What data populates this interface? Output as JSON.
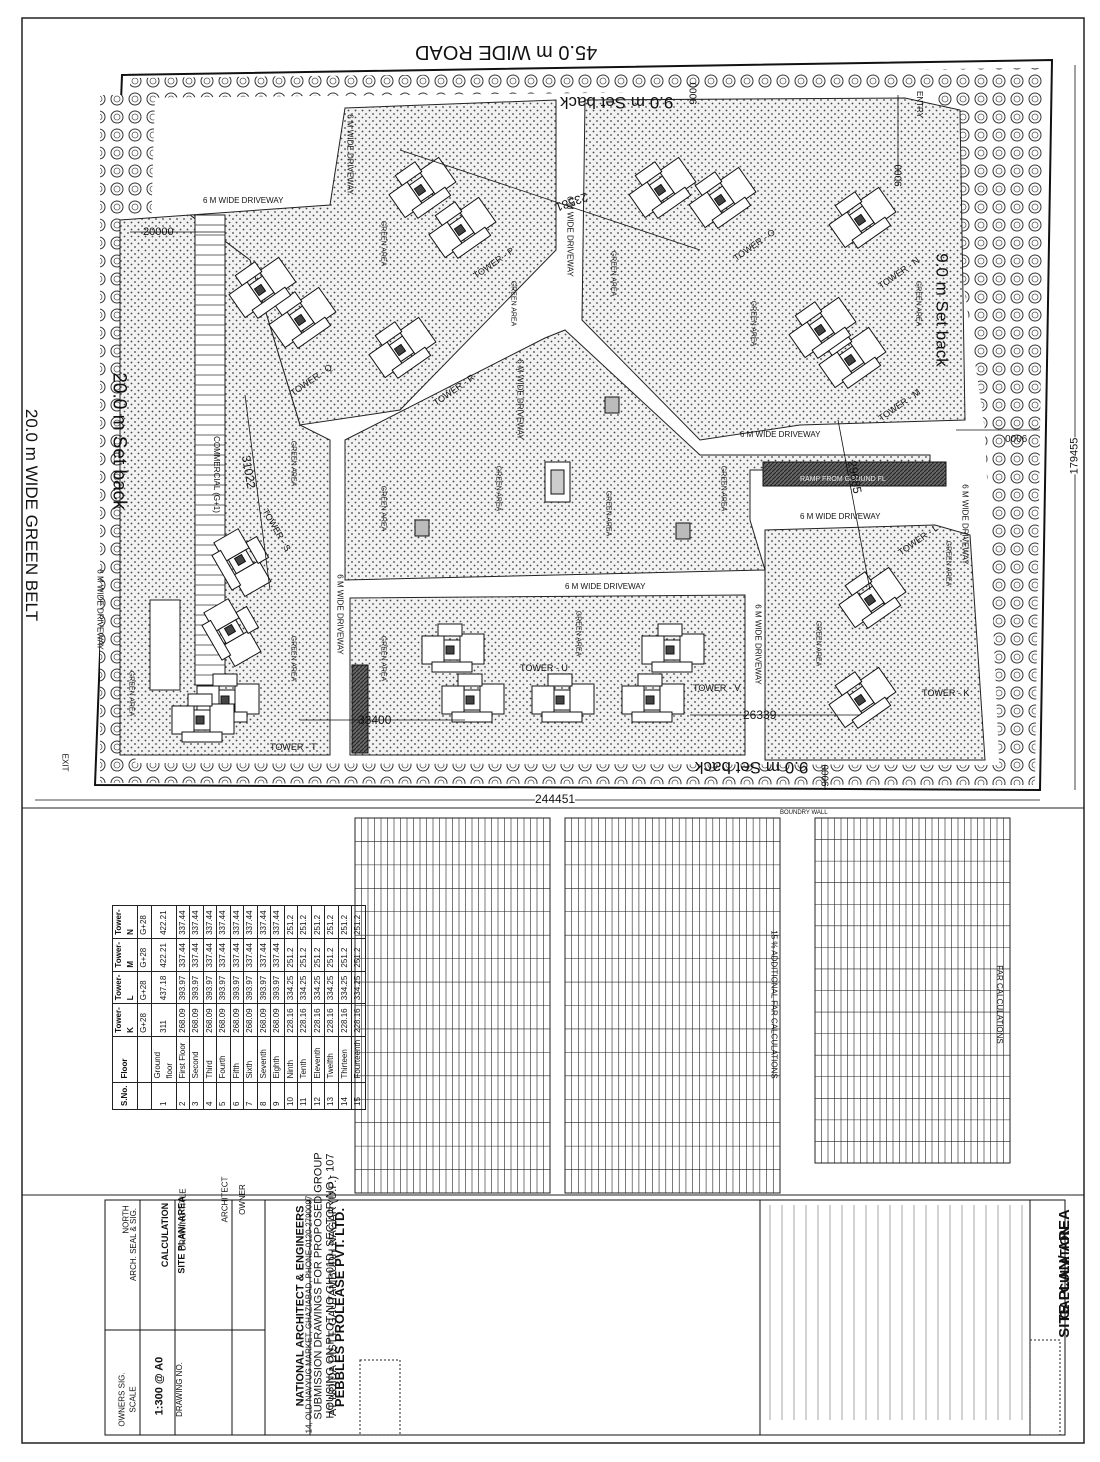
{
  "roads": {
    "top_road": "45.0 m WIDE ROAD",
    "left_belt": "20.0 m WIDE GREEN BELT",
    "left_setback": "20.0 m Set back",
    "top_setback": "9.0 m Set back",
    "right_setback": "9.0 m Set back",
    "bottom_setback": "9.0 m Set back"
  },
  "driveways": {
    "d1": "6 M WIDE DRIVEWAY",
    "d2": "6 M WIDE DRIVEWAY",
    "d3": "6 M WIDE DRIVEWAY",
    "d4": "6 M WIDE DRIVEWAY",
    "d5": "6 M WIDE DRIVEWAY",
    "d6": "6 M WIDE DRIVEWAY",
    "d7": "6 M WIDE DRIVEWAY",
    "d8": "6 M WIDE DRIVEWAY",
    "d9": "6 M WIDE DRIVEWAY",
    "d10": "6 M WIDE DRIVEWAY",
    "d11": "6 M WIDE DRIVEWAY"
  },
  "labels": {
    "entry": "ENTRY",
    "exit": "EXIT",
    "ramp": "RAMP FROM GROUND FL",
    "commercial": "COMMERCIAL (G+1)",
    "green_area": "GREEN AREA",
    "boundary_wall": "BOUNDRY WALL"
  },
  "towers": {
    "p": "TOWER - P",
    "q": "TOWER - Q",
    "r": "TOWER - R",
    "s": "TOWER - S",
    "t": "TOWER - T",
    "u": "TOWER - U",
    "v": "TOWER - V",
    "k": "TOWER - K",
    "l": "TOWER - L",
    "m": "TOWER - M",
    "n": "TOWER - N",
    "o": "TOWER - O"
  },
  "dimensions": {
    "d244451": "244451",
    "d179455": "179455",
    "d23581": "23581",
    "d31022": "31022",
    "d20000": "20000",
    "d29685": "29685",
    "d26339": "26339",
    "d33400": "33400",
    "d9000a": "9000",
    "d9000b": "9000",
    "d9000c": "9000",
    "d9000d": "9000"
  },
  "area_table": {
    "headers": [
      "S.No.",
      "Floor",
      "Tower-K",
      "Tower-L",
      "Tower-M",
      "Tower-N"
    ],
    "sub": [
      "",
      "",
      "G+28",
      "G+28",
      "G+28",
      "G+28"
    ],
    "rows": [
      [
        "1",
        "Ground floor",
        "311",
        "437.18",
        "422.21",
        "422.21"
      ],
      [
        "2",
        "First Floor",
        "268.09",
        "393.97",
        "337.44",
        "337.44"
      ],
      [
        "3",
        "Second",
        "268.09",
        "393.97",
        "337.44",
        "337.44"
      ],
      [
        "4",
        "Third",
        "268.09",
        "393.97",
        "337.44",
        "337.44"
      ],
      [
        "5",
        "Fourth",
        "268.09",
        "393.97",
        "337.44",
        "337.44"
      ],
      [
        "6",
        "Fifth",
        "268.09",
        "393.97",
        "337.44",
        "337.44"
      ],
      [
        "7",
        "Sixth",
        "268.09",
        "393.97",
        "337.44",
        "337.44"
      ],
      [
        "8",
        "Seventh",
        "268.09",
        "393.97",
        "337.44",
        "337.44"
      ],
      [
        "9",
        "Eighth",
        "268.09",
        "393.97",
        "337.44",
        "337.44"
      ],
      [
        "10",
        "Ninth",
        "228.16",
        "334.25",
        "251.2",
        "251.2"
      ],
      [
        "11",
        "Tenth",
        "228.16",
        "334.25",
        "251.2",
        "251.2"
      ],
      [
        "12",
        "Eleventh",
        "228.16",
        "334.25",
        "251.2",
        "251.2"
      ],
      [
        "13",
        "Twelfth",
        "228.16",
        "334.25",
        "251.2",
        "251.2"
      ],
      [
        "14",
        "Thirteen",
        "228.16",
        "334.25",
        "251.2",
        "251.2"
      ],
      [
        "15",
        "Fourteenth",
        "228.16",
        "334.25",
        "251.2",
        "251.2"
      ]
    ]
  },
  "far_tables": {
    "far": "FAR CALCULATIONS",
    "additional": "15 % ADDITIONAL FAR CALCULATIONS"
  },
  "title_block": {
    "title1": "SITE PLAN/ AREA",
    "title2": "CALCULATION",
    "owner_label": "OWNER",
    "owner": "PEBBLES PROLEASE PVT. LTD.",
    "submission1": "SUBMISSION DRAWINGS FOR PROPOSED GROUP",
    "submission2": "HOUSING ON PLOT NO GH-01D, SECTOR NO - 107",
    "submission3": "AT NOIDA DISTT. GAUTAMBUDH NAGAR (U.P.)",
    "architect_label": "ARCHITECT",
    "architect": "NATIONAL ARCHITECT & ENGINEERS",
    "address": "14, OLD NAVYUG MARKET, GHAZIABAD, PHONE-0120-2790097",
    "drawing_title_label": "DRAWING TITLE",
    "drawing_title1": "SITE PLAN/ AREA",
    "drawing_title2": "CALCULATION",
    "north": "NORTH",
    "scale_label": "SCALE",
    "scale": "1:300 @ A0",
    "drawing_no": "DRAWING NO.",
    "arch_seal": "ARCH. SEAL & SIG.",
    "owners_sig": "OWNERS SIG."
  },
  "colors": {
    "ink": "#111111",
    "paper": "#ffffff",
    "green_fill": "#e9e9e9",
    "road_fill": "#ffffff"
  }
}
